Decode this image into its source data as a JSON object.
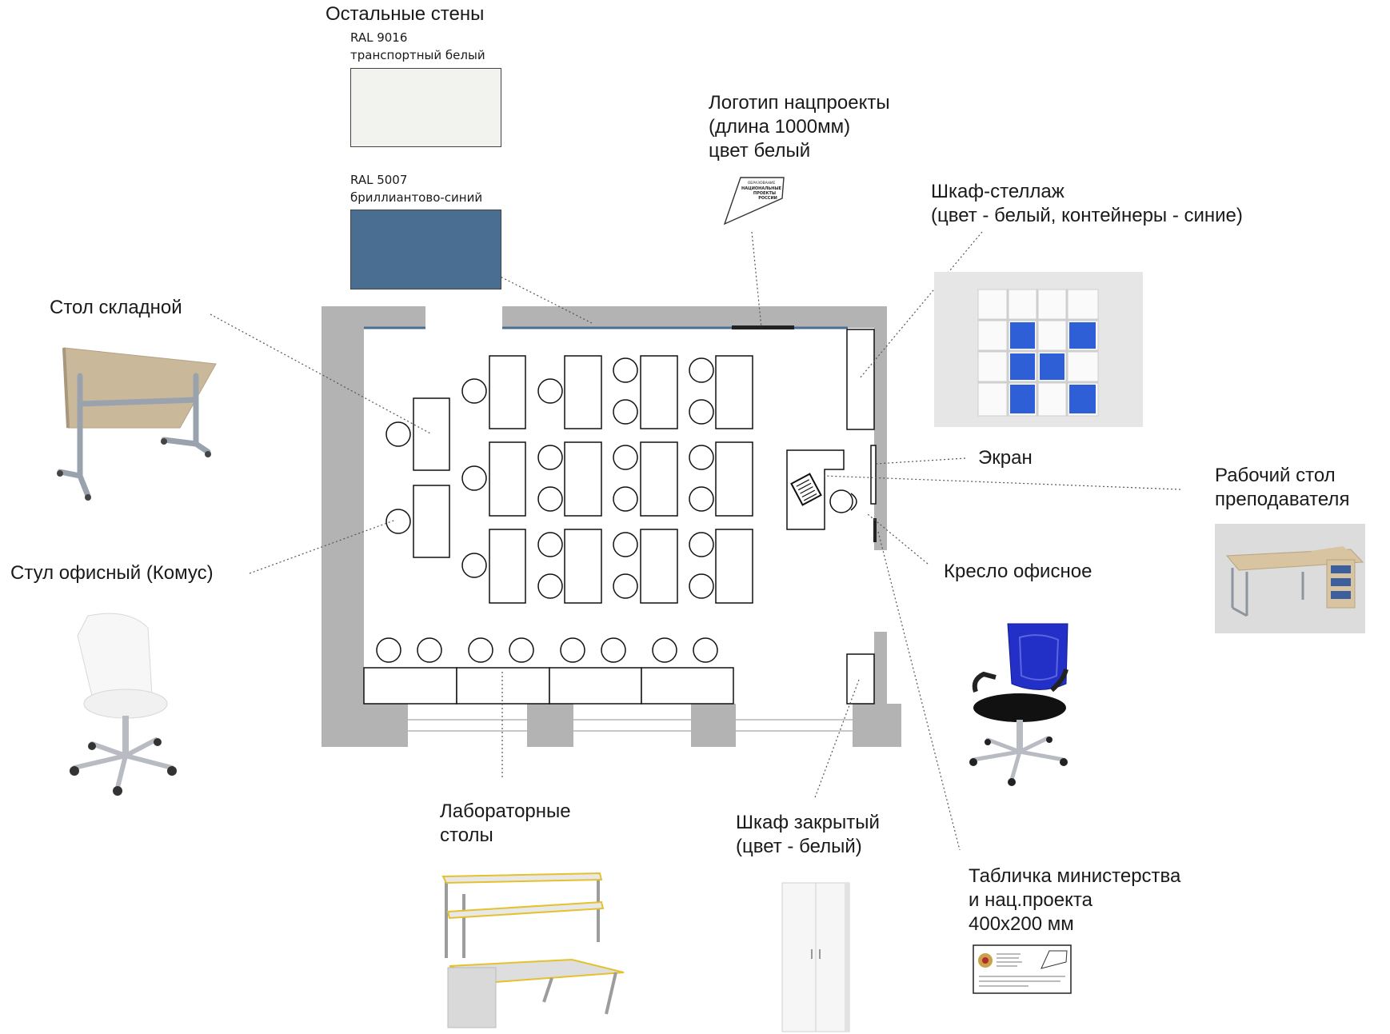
{
  "swatches": {
    "heading": "Остальные стены",
    "white": {
      "code": "RAL 9016",
      "name": "транспортный белый",
      "color": "#f2f2ee"
    },
    "blue": {
      "code": "RAL 5007",
      "name": "бриллиантово-синий",
      "color": "#4a6d92"
    }
  },
  "logo": {
    "lines": [
      "Логотип нацпроекты",
      "(длина 1000мм)",
      "цвет белый"
    ],
    "art": [
      "ОБРАЗОВАНИЕ",
      "НАЦИОНАЛЬНЫЕ",
      "ПРОЕКТЫ",
      "РОССИИ"
    ]
  },
  "labels": {
    "shelf": [
      "Шкаф-стеллаж",
      "(цвет - белый, контейнеры - синие)"
    ],
    "folding_table": "Стол складной",
    "screen": "Экран",
    "teacher_desk": [
      "Рабочий стол",
      "преподавателя"
    ],
    "office_chair_komus": "Стул офисный (Комус)",
    "armchair": "Кресло офисное",
    "lab_tables": [
      "Лабораторные",
      "столы"
    ],
    "closed_cabinet": [
      "Шкаф закрытый",
      "(цвет - белый)"
    ],
    "plaque": [
      "Табличка министерства",
      "и нац.проекта",
      "400x200 мм"
    ]
  },
  "colors": {
    "wall": "#b3b3b3",
    "accent_blue": "#4a6d92",
    "container_blue": "#2f5fd6",
    "wood": "#c9b89a",
    "metal": "#9aa3ad"
  }
}
